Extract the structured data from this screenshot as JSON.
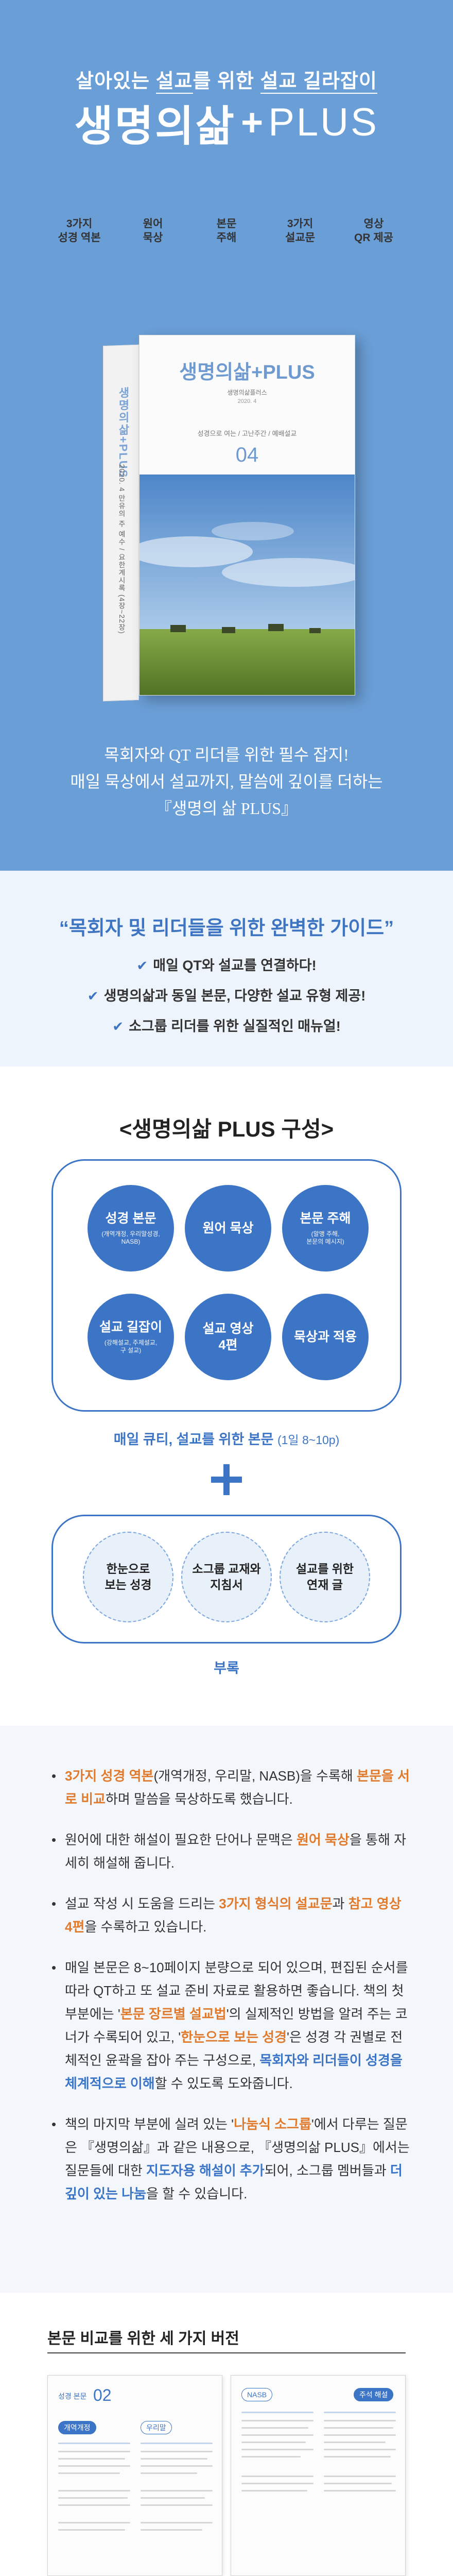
{
  "hero": {
    "tagline_pre": "살아있는 ",
    "tagline_u1": "설교",
    "tagline_mid": "를 위한 ",
    "tagline_u2": "설교 길라잡이",
    "logo_korean": "생명의삶",
    "logo_plus_sign": "+",
    "logo_plus_word": "PLUS",
    "badges": [
      {
        "label": "3가지\n성경 역본",
        "style": "light"
      },
      {
        "label": "원어\n묵상",
        "style": "dark"
      },
      {
        "label": "본문\n주해",
        "style": "light"
      },
      {
        "label": "3가지\n설교문",
        "style": "dark"
      },
      {
        "label": "영상\nQR 제공",
        "style": "light"
      }
    ],
    "book": {
      "logo": "생명의삶+PLUS",
      "line1": "생명의삶플러스",
      "line2": "2020. 4",
      "desc": "성경으로 여는 / 고난주간 / 예배설교",
      "issue": "04",
      "spine_title": "생명의삶+PLUS",
      "spine_sub": "2020. 4  만유의 주 예수 / 요한계시록 (4장~22장)"
    },
    "desc_lines": [
      "목회자와 QT 리더를 위한 필수 잡지!",
      "매일 묵상에서 설교까지, 말씀에 깊이를 더하는",
      "『생명의 삶 PLUS』"
    ]
  },
  "guide": {
    "title": "“목회자 및 리더들을 위한 완벽한 가이드”",
    "items": [
      "매일 QT와 설교를 연결하다!",
      "생명의삶과 동일 본문, 다양한 설교 유형 제공!",
      "소그룹 리더를 위한 실질적인 매뉴얼!"
    ]
  },
  "composition": {
    "title": "<생명의삶 PLUS 구성>",
    "circles": [
      {
        "title": "성경 본문",
        "sub": "(개역개정, 우리말성경,\nNASB)"
      },
      {
        "title": "원어 묵상",
        "sub": ""
      },
      {
        "title": "본문 주해",
        "sub": "(알맹 주해,\n본문의 메시지)"
      },
      {
        "title": "설교 길잡이",
        "sub": "(강해설교, 주제설교,\n구 설교)"
      },
      {
        "title": "설교 영상\n4편",
        "sub": ""
      },
      {
        "title": "묵상과 적용",
        "sub": ""
      }
    ],
    "caption_main": "매일 큐티, 설교를 위한 본문 ",
    "caption_sub": "(1일 8~10p)",
    "appendix_items": [
      "한눈으로\n보는 성경",
      "소그룹 교재와\n지침서",
      "설교를 위한\n연재 글"
    ],
    "appendix_caption": "부록"
  },
  "notes": {
    "items": [
      {
        "segments": [
          {
            "t": "3가지 성경 역본",
            "s": "o"
          },
          {
            "t": "(개역개정, 우리말, NASB)을 수록해 ",
            "s": ""
          },
          {
            "t": "본문을 서로 비교",
            "s": "o"
          },
          {
            "t": "하며 말씀을 묵상하도록 했습니다.",
            "s": ""
          }
        ]
      },
      {
        "segments": [
          {
            "t": "원어에 대한 해설이 필요한 단어나 문맥은 ",
            "s": ""
          },
          {
            "t": "원어 묵상",
            "s": "o"
          },
          {
            "t": "을 통해 자세히 해설해 줍니다.",
            "s": ""
          }
        ]
      },
      {
        "segments": [
          {
            "t": "설교 작성 시 도움을 드리는 ",
            "s": ""
          },
          {
            "t": "3가지 형식의 설교문",
            "s": "o"
          },
          {
            "t": "과 ",
            "s": ""
          },
          {
            "t": "참고 영상 4편",
            "s": "o"
          },
          {
            "t": "을 수록하고 있습니다.",
            "s": ""
          }
        ]
      },
      {
        "segments": [
          {
            "t": "매일 본문은 8~10페이지 분량으로 되어 있으며, 편집된 순서를 따라 QT하고 또 설교 준비 자료로 활용하면 좋습니다. 책의 첫 부분에는 '",
            "s": ""
          },
          {
            "t": "본문 장르별 설교법",
            "s": "o"
          },
          {
            "t": "'의 실제적인 방법을 알려 주는 코너가 수록되어 있고, '",
            "s": ""
          },
          {
            "t": "한눈으로 보는 성경",
            "s": "o"
          },
          {
            "t": "'은 성경 각 권별로 전체적인 윤곽을 잡아 주는 구성으로, ",
            "s": ""
          },
          {
            "t": "목회자와 리더들이 성경을 체계적으로 이해",
            "s": "b"
          },
          {
            "t": "할 수 있도록 도와줍니다.",
            "s": ""
          }
        ]
      },
      {
        "segments": [
          {
            "t": "책의 마지막 부분에 실려 있는 '",
            "s": ""
          },
          {
            "t": "나눔식 소그룹",
            "s": "o"
          },
          {
            "t": "'에서 다루는 질문은 『생명의삶』과 같은 내용으로, 『생명의삶 PLUS』에서는 질문들에 대한 ",
            "s": ""
          },
          {
            "t": "지도자용 해설이 추가",
            "s": "b"
          },
          {
            "t": "되어, 소그룹 멤버들과 ",
            "s": ""
          },
          {
            "t": "더 깊이 있는 나눔",
            "s": "b"
          },
          {
            "t": "을 할 수 있습니다.",
            "s": ""
          }
        ]
      }
    ]
  },
  "compare": {
    "title": "본문 비교를 위한 세 가지 버전",
    "left": {
      "section_label": "성경 본문",
      "section_no": "02",
      "pill1": "개역개정",
      "pill2": "우리말"
    },
    "right": {
      "pill1": "NASB",
      "pill2": "주석 해설"
    }
  },
  "colors": {
    "hero_bg": "#6a9ed6",
    "accent_blue": "#3d75c6",
    "accent_orange": "#e07a2c"
  }
}
